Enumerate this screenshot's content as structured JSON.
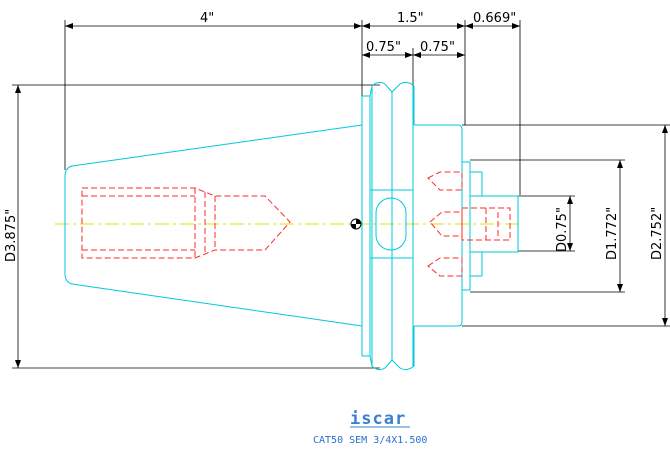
{
  "dimensions": {
    "overall_length": "4\"",
    "flange_length": "1.5\"",
    "nose_length": "0.669\"",
    "flange_half_left": "0.75\"",
    "flange_half_right": "0.75\"",
    "taper_diameter": "D3.875\"",
    "bore_diameter": "D0.75\"",
    "nose_diameter": "D1.772\"",
    "body_diameter": "D2.752\""
  },
  "logo": {
    "text": "iscar"
  },
  "caption": {
    "text": "CAT50 SEM 3/4X1.500"
  },
  "colors": {
    "outline": "#00c8dc",
    "hidden": "#ff2a2a",
    "centerline": "#e0e000",
    "dimension": "#000000",
    "brand": "#3a7fd0"
  }
}
